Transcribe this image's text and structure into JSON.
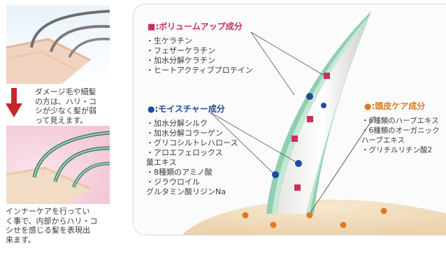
{
  "left": {
    "caption_before": "ダメージ毛や細髪\nの方は、ハリ・コ\nシが少なく髪が弱\nって見えます。",
    "caption_after": "インナーケアを行ってい\nく事で、内部からハリ・コ\nシせを感じる髪を表現出\n来ます。"
  },
  "volume": {
    "marker": "■",
    "title": ":ボリュームアップ成分",
    "color": "#c8305a",
    "items": [
      "・生ケラチン",
      "・フェザーケラチン",
      "・加水分解ケラチン",
      "・ヒートアクティブプロテイン"
    ]
  },
  "moisture": {
    "marker": "●",
    "title": ":モイスチャー成分",
    "color": "#1e4aa0",
    "items": [
      "・加水分解シルク",
      "・加水分解コラーゲン",
      "・グリコシルトレハロース",
      "・アロエフェロックス",
      "  葉エキス",
      "・8種類のアミノ酸",
      "・ジラウロイル",
      "  グルタミン酸リジンNa"
    ]
  },
  "scalp": {
    "marker": "●",
    "title": ":頭皮ケア成分",
    "color": "#e07a1e",
    "items": [
      "・6種類のハーブエキス",
      "・6種類のオーガニック",
      "  ハーブエキス",
      "・グリチルリチン酸2"
    ]
  }
}
